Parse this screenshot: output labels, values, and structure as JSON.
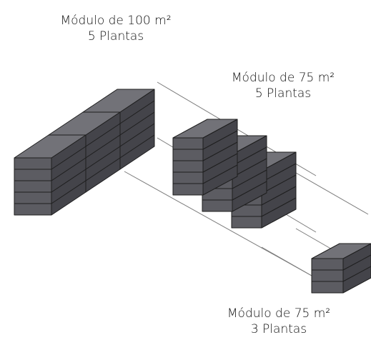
{
  "modules": [
    {
      "title": "Módulo de 100 m²",
      "subtitle": "5 Plantas"
    },
    {
      "title": "Módulo de 75 m²",
      "subtitle": "5 Plantas"
    },
    {
      "title": "Módulo de 75 m²",
      "subtitle": "3 Plantas"
    }
  ],
  "colors": {
    "top": "#727278",
    "front": "#5c5c62",
    "side": "#44444a",
    "edge": "#1e1e1e",
    "connector": "#7a7a7a"
  }
}
